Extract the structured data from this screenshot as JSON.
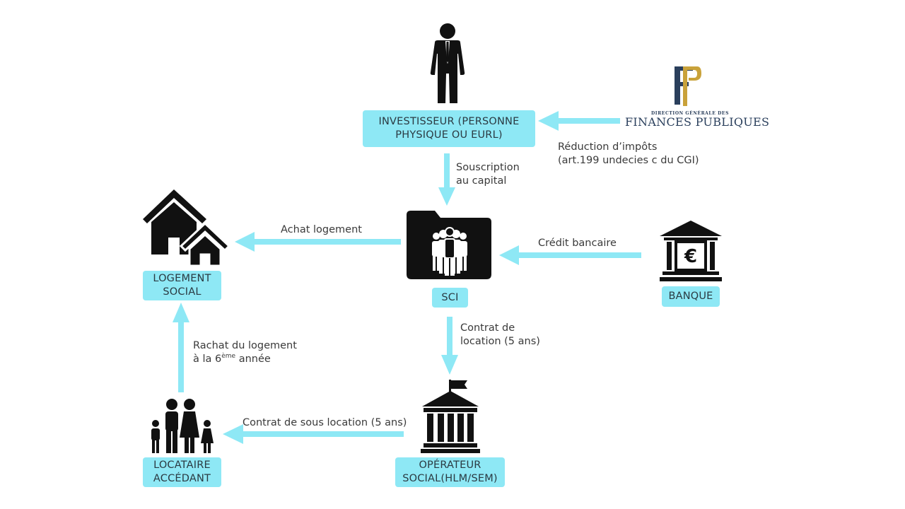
{
  "colors": {
    "accent": "#8ee8f5",
    "arrow": "#8ee8f5",
    "icon": "#111111",
    "logo_navy": "#2a3f5c",
    "logo_gold": "#c9a23a"
  },
  "nodes": {
    "investisseur": {
      "line1": "INVESTISSEUR (PERSONNE",
      "line2": "PHYSIQUE OU EURL)",
      "icon": "person-icon"
    },
    "sci": {
      "label": "SCI",
      "icon": "group-folder-icon"
    },
    "logement": {
      "line1": "LOGEMENT",
      "line2": "SOCIAL",
      "icon": "houses-icon"
    },
    "banque": {
      "label": "BANQUE",
      "icon": "bank-euro-icon"
    },
    "operateur": {
      "line1": "OPÉRATEUR",
      "line2": "SOCIAL(HLM/SEM)",
      "icon": "government-building-icon"
    },
    "locataire": {
      "line1": "LOCATAIRE",
      "line2": "ACCÉDANT",
      "icon": "family-icon"
    }
  },
  "logo": {
    "monogram": "FP",
    "small_text": "DIRECTION GÉNÉRALE DES",
    "big_text": "FINANCES PUBLIQUES"
  },
  "edges": {
    "reduction": {
      "line1": "Réduction d’impôts",
      "line2": "(art.199 undecies c du CGI)"
    },
    "souscription": {
      "line1": "Souscription",
      "line2": "au capital"
    },
    "achat": {
      "label": "Achat logement"
    },
    "credit": {
      "label": "Crédit bancaire"
    },
    "contrat": {
      "line1": "Contrat de",
      "line2": "location (5 ans)"
    },
    "rachat": {
      "line1": "Rachat du logement",
      "line2_pre": "à la 6",
      "line2_sup": "ème",
      "line2_post": " année"
    },
    "sous_location": {
      "label": "Contrat de sous location (5 ans)"
    }
  }
}
